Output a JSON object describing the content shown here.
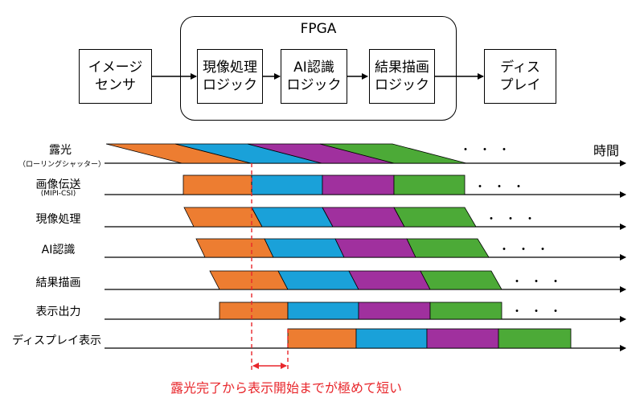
{
  "colors": {
    "orange": "#ED7D31",
    "blue": "#1AA1D9",
    "purple": "#A0309E",
    "green": "#4CAA37",
    "accent_red": "#E8262B"
  },
  "blocks": {
    "sensor": "イメージ\nセンサ",
    "fpga_title": "FPGA",
    "develop": "現像処理\nロジック",
    "ai": "AI認識\nロジック",
    "result": "結果描画\nロジック",
    "display": "ディス\nプレイ"
  },
  "timeline": {
    "time_label": "時間",
    "dots": "・・・",
    "rows": [
      {
        "label": "露光",
        "sub": "（ローリングシャッター）"
      },
      {
        "label": "画像伝送",
        "sub": "(MIPI-CSI)"
      },
      {
        "label": "現像処理",
        "sub": ""
      },
      {
        "label": "AI認識",
        "sub": ""
      },
      {
        "label": "結果描画",
        "sub": ""
      },
      {
        "label": "表示出力",
        "sub": ""
      },
      {
        "label": "ディスプレイ表示",
        "sub": ""
      }
    ],
    "caption": "露光完了から表示開始までが極めて短い"
  }
}
